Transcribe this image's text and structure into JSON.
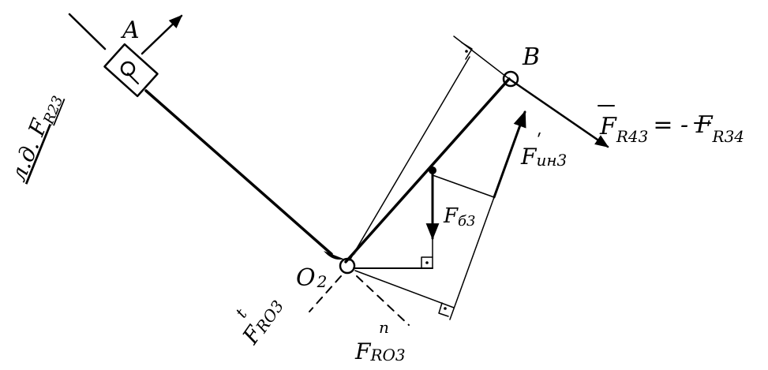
{
  "labels": {
    "point_a": "A",
    "point_b": "B",
    "point_o2": "O",
    "point_o2_sub": "2",
    "line_of_action": "л.д. F",
    "line_of_action_sub": "R23",
    "force_r43": "F",
    "force_r43_sub": "R43",
    "force_r43_eq": "= - F",
    "force_r34_sub": "R34",
    "force_inertia": "F",
    "force_inertia_sub": "ин3",
    "force_weight": "F",
    "force_weight_sub": "б3",
    "reaction_tangential": "F",
    "reaction_tangential_sup": "t",
    "reaction_tangential_sub": "RO3",
    "reaction_normal": "F",
    "reaction_normal_sup": "n",
    "reaction_normal_sub": "RO3"
  },
  "colors": {
    "ink": "#000000",
    "background": "#ffffff"
  }
}
